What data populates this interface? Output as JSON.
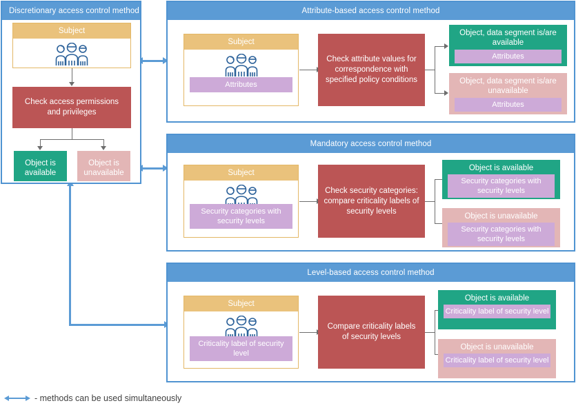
{
  "legend": {
    "arrow_icon": "double-headed-arrow-icon",
    "text": "- methods can be used simultaneously",
    "color": "#5b9bd5"
  },
  "colors": {
    "panel_header": "#5b9bd5",
    "subject_header": "#eac27c",
    "process": "#bb5555",
    "available": "#20a585",
    "unavailable": "#e3b6b6",
    "tag": "#cdaad8",
    "connector": "#6d6d6d"
  },
  "panels": [
    {
      "id": "discretionary",
      "title": "Discretionary access control method",
      "subject": {
        "label": "Subject",
        "icon": "people-group-icon",
        "tag": null
      },
      "process": "Check access permissions and privileges",
      "results": [
        {
          "state": "available",
          "title": "Object is available",
          "tag": null
        },
        {
          "state": "unavailable",
          "title": "Object is unavailable",
          "tag": null
        }
      ]
    },
    {
      "id": "attribute-based",
      "title": "Attribute-based access control method",
      "subject": {
        "label": "Subject",
        "icon": "people-group-icon",
        "tag": "Attributes"
      },
      "process": "Check attribute values for correspondence with specified policy conditions",
      "results": [
        {
          "state": "available",
          "title": "Object, data segment is/are available",
          "tag": "Attributes"
        },
        {
          "state": "unavailable",
          "title": "Object, data segment is/are unavailable",
          "tag": "Attributes"
        }
      ]
    },
    {
      "id": "mandatory",
      "title": "Mandatory access control method",
      "subject": {
        "label": "Subject",
        "icon": "people-group-icon",
        "tag": "Security categories with security levels"
      },
      "process": "Check security categories: compare criticality labels of security levels",
      "results": [
        {
          "state": "available",
          "title": "Object is available",
          "tag": "Security categories with security levels"
        },
        {
          "state": "unavailable",
          "title": "Object is unavailable",
          "tag": "Security categories with security levels"
        }
      ]
    },
    {
      "id": "level-based",
      "title": "Level-based access control method",
      "subject": {
        "label": "Subject",
        "icon": "people-group-icon",
        "tag": "Criticality label of security level"
      },
      "process": "Compare criticality labels of security levels",
      "results": [
        {
          "state": "available",
          "title": "Object is available",
          "tag": "Criticality label of security level"
        },
        {
          "state": "unavailable",
          "title": "Object is unavailable",
          "tag": "Criticality label of security level"
        }
      ]
    }
  ]
}
